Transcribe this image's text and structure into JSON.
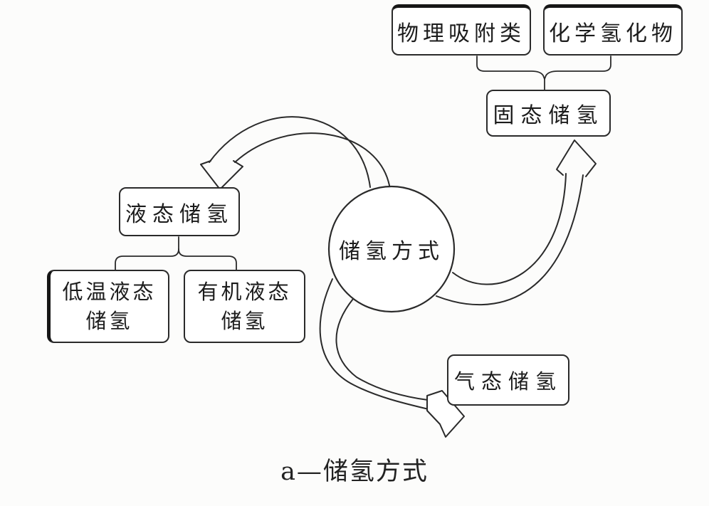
{
  "diagram": {
    "title_context": "hydrogen storage methods mind-map",
    "colors": {
      "line": "#2a2a2a",
      "text": "#1c1c1c",
      "background": "#fcfcfb"
    },
    "hub": {
      "label": "储氢方式"
    },
    "nodes": {
      "physical_adsorption": {
        "label": "物理吸附类"
      },
      "chemical_hydride": {
        "label": "化学氢化物"
      },
      "solid_state": {
        "label": "固态储氢"
      },
      "liquid_state": {
        "label": "液态储氢"
      },
      "low_temp_liquid": {
        "line1": "低温液态",
        "line2": "储氢"
      },
      "organic_liquid": {
        "line1": "有机液态",
        "line2": "储氢"
      },
      "gaseous": {
        "label": "气态储氢"
      }
    },
    "caption": "a—储氢方式"
  }
}
